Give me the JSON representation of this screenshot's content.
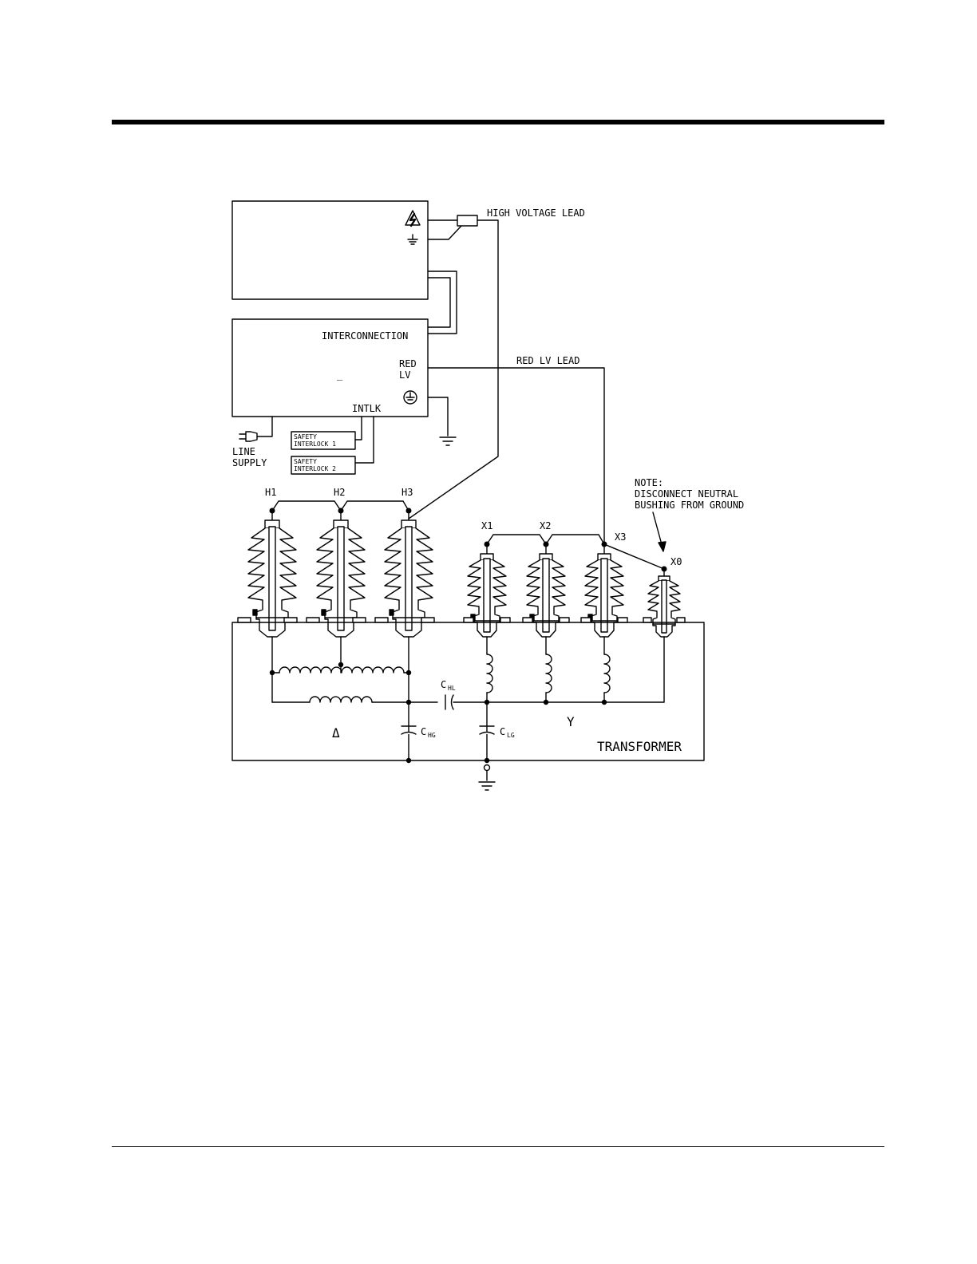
{
  "diagram": {
    "labels": {
      "hv_lead": "HIGH VOLTAGE LEAD",
      "interconnection": "INTERCONNECTION",
      "red": "RED",
      "lv": "LV",
      "red_lv_lead": "RED LV LEAD",
      "intlk": "INTLK",
      "line": "LINE",
      "supply": "SUPPLY",
      "interlock1_a": "SAFETY",
      "interlock1_b": "INTERLOCK 1",
      "interlock2_a": "SAFETY",
      "interlock2_b": "INTERLOCK 2",
      "dash": "_",
      "note_1": "NOTE:",
      "note_2": "DISCONNECT NEUTRAL",
      "note_3": "BUSHING FROM GROUND",
      "h1": "H1",
      "h2": "H2",
      "h3": "H3",
      "x1": "X1",
      "x2": "X2",
      "x3": "X3",
      "x0": "X0",
      "c": "C",
      "hl": "HL",
      "hg": "HG",
      "lg": "LG",
      "delta": "Δ",
      "wye": "Y",
      "transformer": "TRANSFORMER"
    },
    "colors": {
      "ink": "#000000",
      "paper": "#ffffff"
    },
    "icons": [
      "high-voltage-icon",
      "ground-icon",
      "plug-icon",
      "earth-ground-icon"
    ]
  }
}
